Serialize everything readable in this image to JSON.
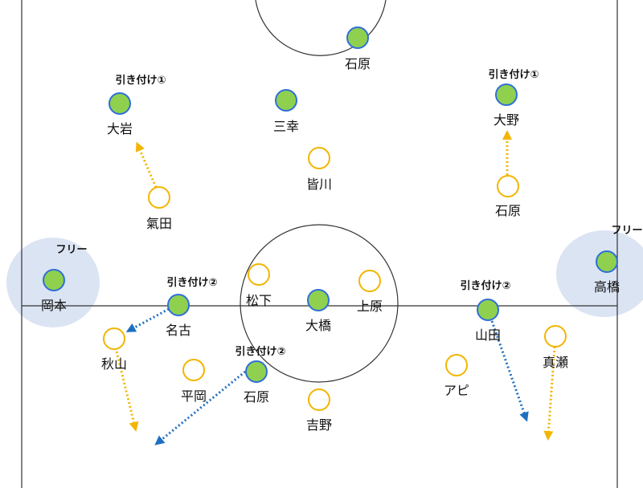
{
  "colors": {
    "attack": "#8fd14f",
    "attack_stroke": "#2f6fd8",
    "defend_stroke": "#f2b500",
    "arrow_blue": "#1f6fc0",
    "arrow_yellow": "#f2b500",
    "highlight": "#dbe4f3"
  },
  "players": {
    "ishihara_top": "石原",
    "oiwa": "大岩",
    "miyuki": "三幸",
    "ono": "大野",
    "minagawa": "皆川",
    "kida": "氣田",
    "ishihara_right": "石原",
    "okamoto": "岡本",
    "nagoya": "名古",
    "matsushita": "松下",
    "ohashi": "大橋",
    "uehara": "上原",
    "yamada": "山田",
    "takahashi": "高橋",
    "akiyama": "秋山",
    "hiraoka": "平岡",
    "ishihara_low": "石原",
    "apo": "アピ",
    "mase": "真瀬",
    "yoshino": "吉野"
  },
  "tags": {
    "hikitsuke1_left": "引き付け①",
    "hikitsuke1_right": "引き付け①",
    "free_left": "フリー",
    "free_right": "フリー",
    "hikitsuke2_nagoya": "引き付け②",
    "hikitsuke2_ishihara": "引き付け②",
    "hikitsuke2_yamada": "引き付け②"
  }
}
